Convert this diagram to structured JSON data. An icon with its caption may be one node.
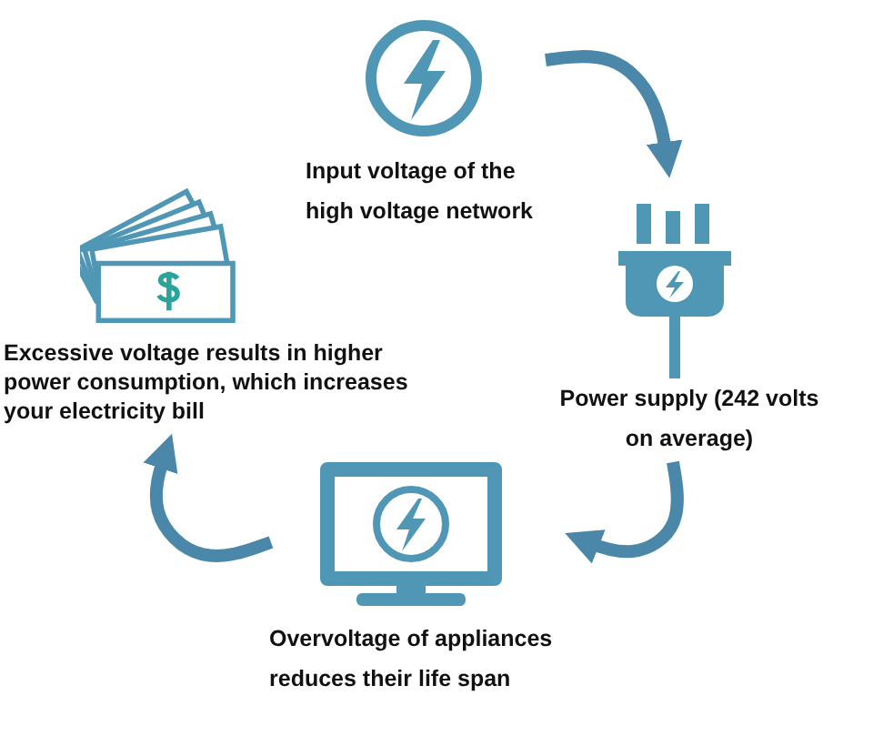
{
  "diagram": {
    "nodes": [
      {
        "text": [
          "Input voltage of the high voltage network"
        ]
      },
      {
        "text": [
          "Power supply (242 volts on average)"
        ]
      },
      {
        "text": [
          "Overvoltage of appliances reduces their life span"
        ]
      },
      {
        "text": [
          "Excessive voltage results in higher power consumption, which increases your electricity bill"
        ]
      }
    ],
    "edges": [
      {
        "from": 0,
        "to": 1,
        "arrow": "to"
      },
      {
        "from": 1,
        "to": 2,
        "arrow": "to"
      },
      {
        "from": 2,
        "to": 3,
        "arrow": "to"
      }
    ]
  }
}
